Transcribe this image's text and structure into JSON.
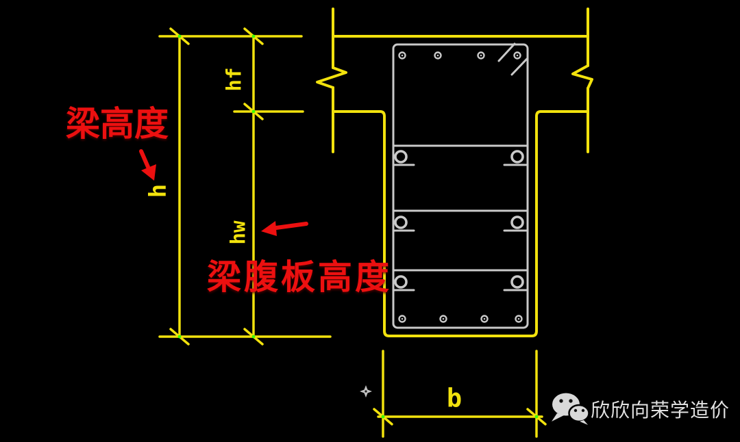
{
  "annotations": {
    "beam_height": "梁高度",
    "web_height": "梁腹板高度"
  },
  "dimensions": {
    "overall_height": "h",
    "flange_thickness": "hf",
    "web_height": "hw",
    "beam_width": "b"
  },
  "watermark": {
    "text": "欣欣向荣学造价",
    "icon": "wechat-icon"
  },
  "colors": {
    "background": "#000000",
    "dimension_yellow": "#f2e20d",
    "drawing_gray": "#c9c9c9",
    "annotation_red": "#ec1010",
    "endpoint_green": "#3eff00",
    "watermark_gray": "#e2e2e2"
  }
}
